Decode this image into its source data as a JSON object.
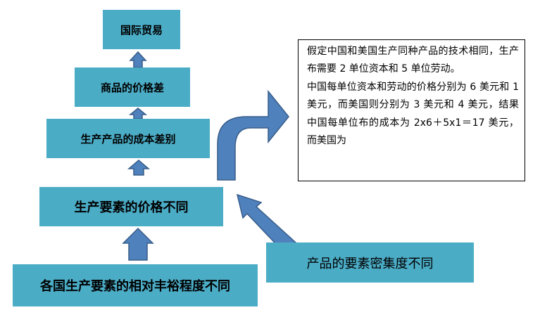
{
  "boxes": {
    "international_trade": "国际贸易",
    "price_difference": "商品的价格差",
    "cost_difference": "生产产品的成本差别",
    "factor_price_difference": "生产要素的价格不同",
    "factor_abundance": "各国生产要素的相对丰裕程度不同",
    "factor_intensity": "产品的要素密集度不同"
  },
  "note": {
    "para1": "假定中国和美国生产同种产品的技术相同，生产布需要 2 单位资本和 5 单位劳动。",
    "para2": "中国每单位资本和劳动的价格分别为 6 美元和 1 美元，而美国则分别为 3 美元和 4 美元，结果中国每单位布的成本为 2x6＋5x1＝17 美元，而美国为"
  },
  "colors": {
    "box_fill": "#4bacc6",
    "arrow_fill": "#4f81bd",
    "arrow_stroke": "#385d8a"
  }
}
